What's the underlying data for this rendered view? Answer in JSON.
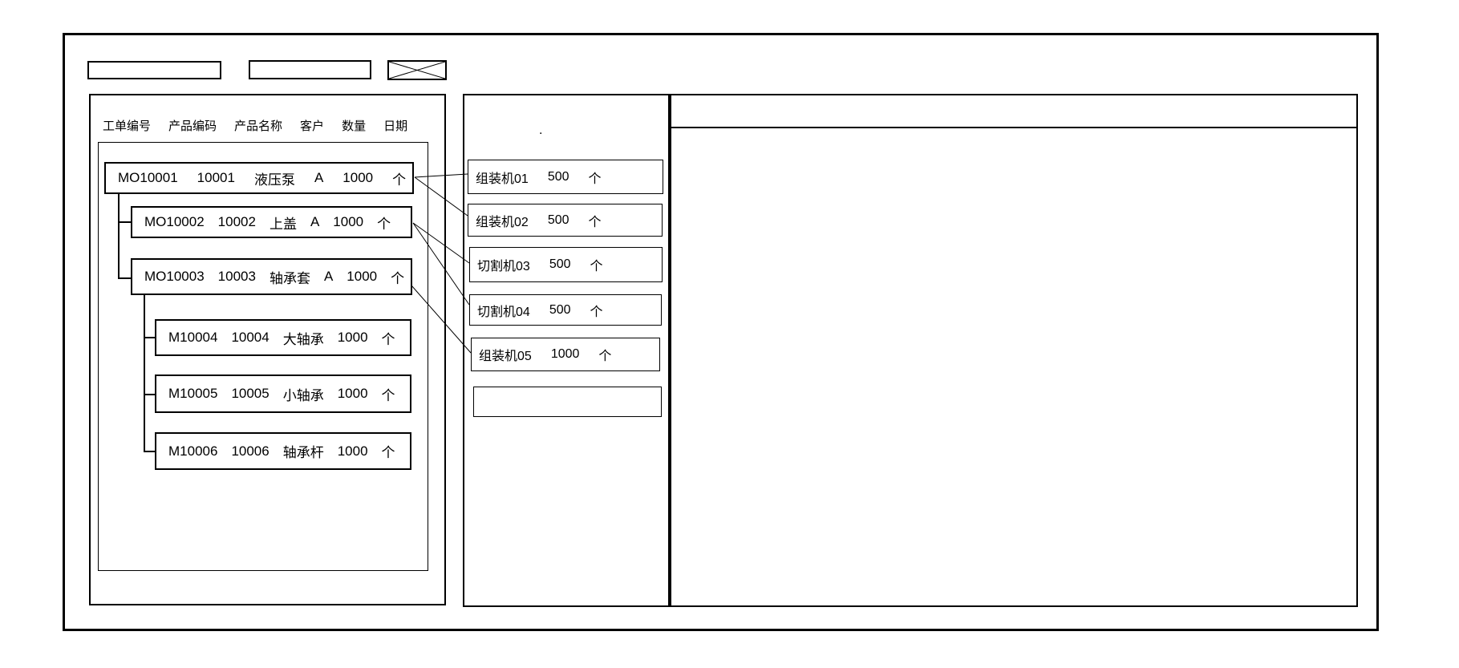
{
  "toolbar": {
    "field1_value": "",
    "field2_value": "",
    "crossed_box": "crossed-box-placeholder"
  },
  "left_panel": {
    "columns": [
      "工单编号",
      "产品编码",
      "产品名称",
      "客户",
      "数量",
      "日期"
    ],
    "orders": [
      {
        "order_no": "MO10001",
        "product_code": "10001",
        "product_name": "液压泵",
        "customer": "A",
        "qty": "1000",
        "unit": "个"
      },
      {
        "order_no": "MO10002",
        "product_code": "10002",
        "product_name": "上盖",
        "customer": "A",
        "qty": "1000",
        "unit": "个"
      },
      {
        "order_no": "MO10003",
        "product_code": "10003",
        "product_name": "轴承套",
        "customer": "A",
        "qty": "1000",
        "unit": "个"
      },
      {
        "order_no": "M10004",
        "product_code": "10004",
        "product_name": "大轴承",
        "customer": "",
        "qty": "1000",
        "unit": "个"
      },
      {
        "order_no": "M10005",
        "product_code": "10005",
        "product_name": "小轴承",
        "customer": "",
        "qty": "1000",
        "unit": "个"
      },
      {
        "order_no": "M10006",
        "product_code": "10006",
        "product_name": "轴承杆",
        "customer": "",
        "qty": "1000",
        "unit": "个"
      }
    ]
  },
  "machine_panel": {
    "dot": ".",
    "machines": [
      {
        "name": "组装机01",
        "qty": "500",
        "unit": "个"
      },
      {
        "name": "组装机02",
        "qty": "500",
        "unit": "个"
      },
      {
        "name": "切割机03",
        "qty": "500",
        "unit": "个"
      },
      {
        "name": "切割机04",
        "qty": "500",
        "unit": "个"
      },
      {
        "name": "组装机05",
        "qty": "1000",
        "unit": "个"
      },
      {
        "name": "",
        "qty": "",
        "unit": ""
      }
    ]
  },
  "connections": [
    {
      "from": "MO10001",
      "to": "组装机01"
    },
    {
      "from": "MO10001",
      "to": "组装机02"
    },
    {
      "from": "MO10002",
      "to": "切割机03"
    },
    {
      "from": "MO10002",
      "to": "切割机04"
    },
    {
      "from": "MO10003",
      "to": "组装机05"
    }
  ],
  "colors": {
    "line": "#000000",
    "background": "#ffffff"
  }
}
